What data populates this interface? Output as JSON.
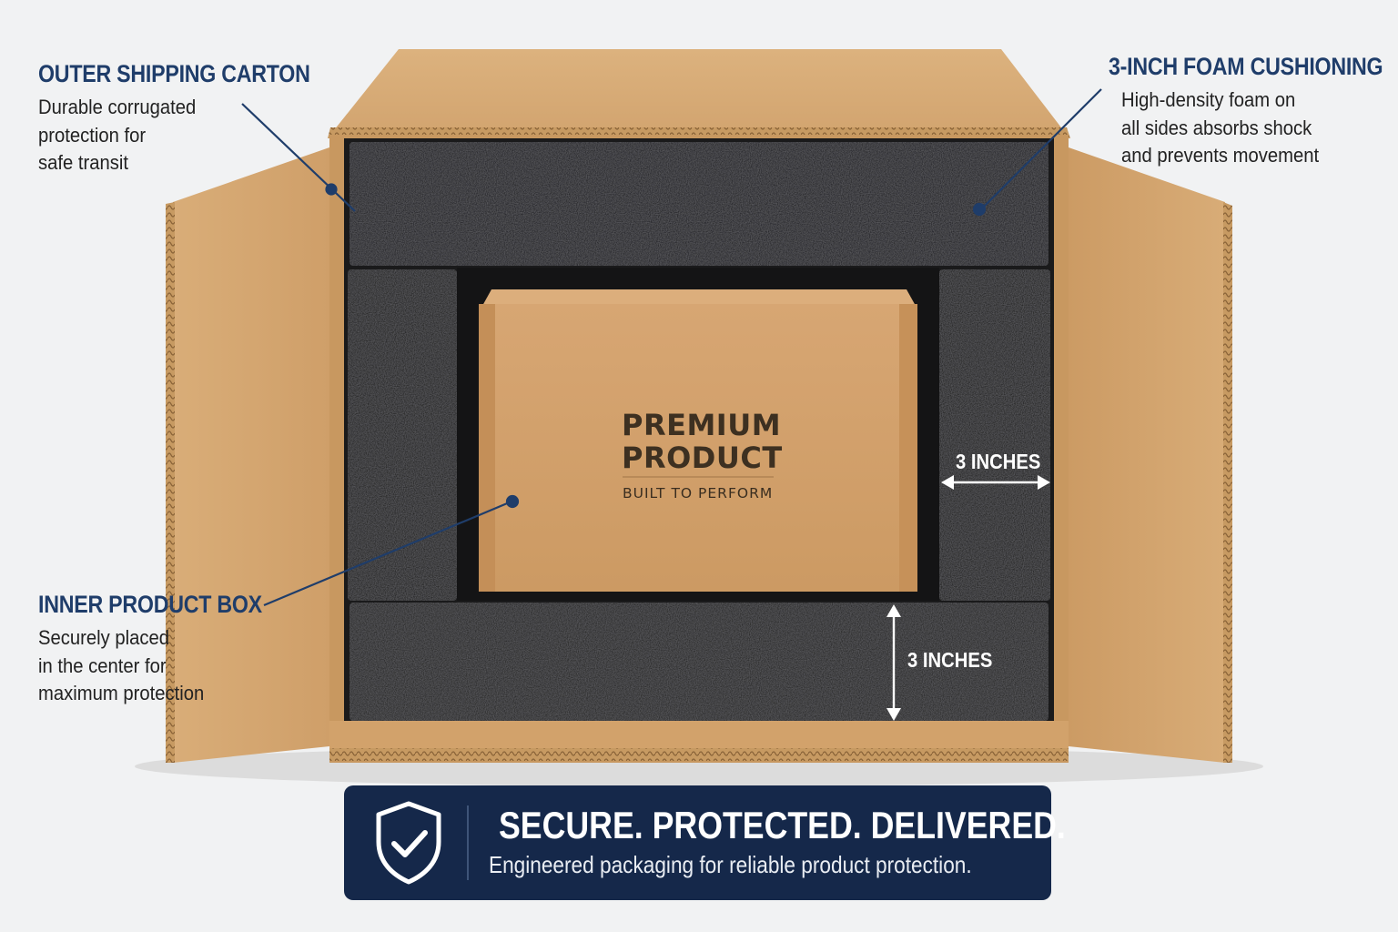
{
  "callouts": {
    "outer_carton": {
      "title": "OUTER SHIPPING CARTON",
      "lines": [
        "Durable corrugated",
        "protection for",
        "safe transit"
      ]
    },
    "foam": {
      "title": "3-INCH FOAM CUSHIONING",
      "lines": [
        "High-density foam on",
        "all sides absorbs shock",
        "and prevents movement"
      ]
    },
    "inner_box": {
      "title": "INNER PRODUCT BOX",
      "lines": [
        "Securely placed",
        "in the center for",
        "maximum protection"
      ]
    }
  },
  "dimensions": {
    "side": "3 INCHES",
    "bottom": "3 INCHES"
  },
  "product_box": {
    "title_line1": "PREMIUM",
    "title_line2": "PRODUCT",
    "subtitle": "BUILT TO PERFORM"
  },
  "banner": {
    "title": "SECURE. PROTECTED. DELIVERED.",
    "subtitle": "Engineered packaging for reliable product protection.",
    "icon": "shield-check-icon"
  },
  "colors": {
    "cardboard": "#d3a26d",
    "foam": "#2b2b2d",
    "accent_navy": "#1f3d6a",
    "banner_bg": "#15284a"
  }
}
